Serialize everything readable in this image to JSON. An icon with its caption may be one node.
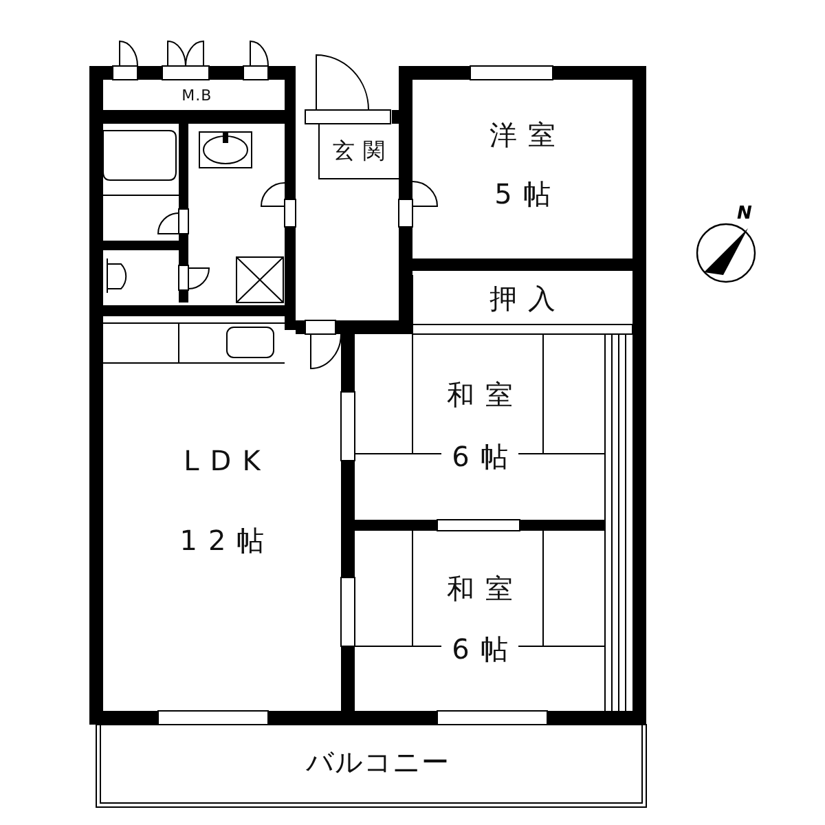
{
  "diagram": {
    "nodes": [
      {
        "text": [
          "M.B"
        ]
      },
      {
        "text": [
          "玄関"
        ]
      },
      {
        "text": [
          "洋室",
          "5帖"
        ]
      },
      {
        "text": [
          "押入"
        ]
      },
      {
        "text": [
          "和室",
          "6帖"
        ]
      },
      {
        "text": [
          "和室",
          "6帖"
        ]
      },
      {
        "text": [
          "LDK",
          "12帖"
        ]
      },
      {
        "text": [
          "バルコニー"
        ]
      }
    ],
    "edges": [],
    "labels": [
      "N"
    ]
  }
}
